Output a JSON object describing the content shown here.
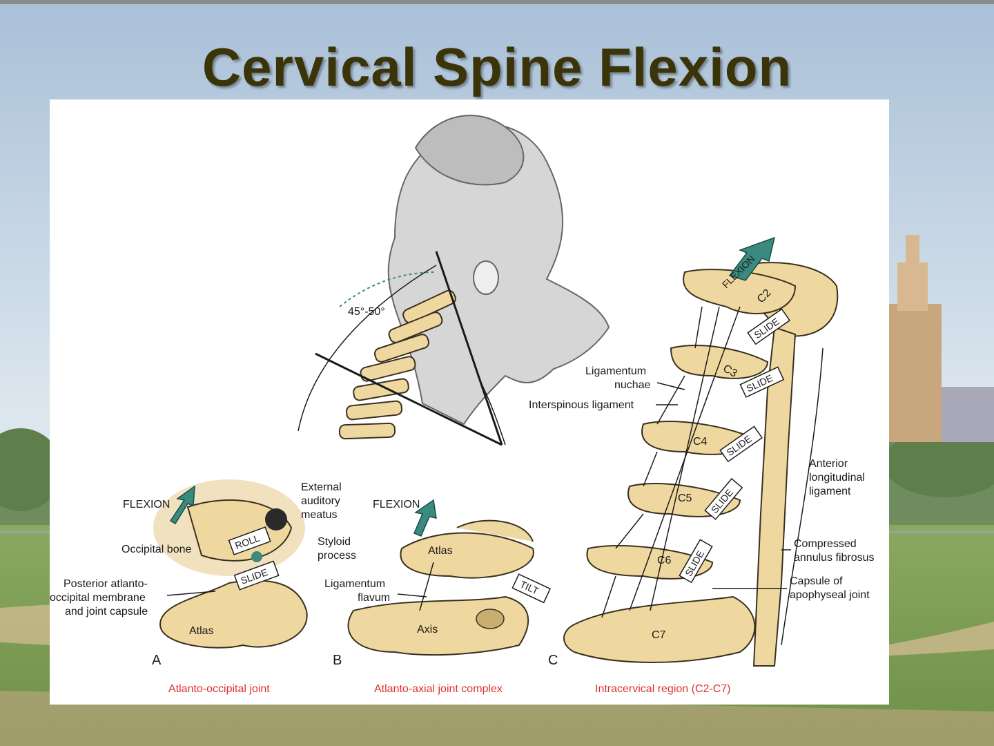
{
  "slide": {
    "title": "Cervical Spine Flexion",
    "colors": {
      "title": "#3a3408",
      "bone": "#efd8a0",
      "arrow": "#3a8a80",
      "caption": "#e03030",
      "sky": "#c8d8e8",
      "grass": "#7a9a50"
    }
  },
  "top_figure": {
    "angle_label": "45°-50°"
  },
  "panel_a": {
    "letter": "A",
    "caption": "Atlanto-occipital joint",
    "flexion_label": "FLEXION",
    "roll_label": "ROLL",
    "slide_label": "SLIDE",
    "occipital_bone": "Occipital bone",
    "external_meatus": [
      "External",
      "auditory",
      "meatus"
    ],
    "styloid": [
      "Styloid",
      "process"
    ],
    "posterior_membrane": [
      "Posterior atlanto-",
      "occipital membrane",
      "and joint capsule"
    ],
    "atlas": "Atlas"
  },
  "panel_b": {
    "letter": "B",
    "caption": "Atlanto-axial joint complex",
    "flexion_label": "FLEXION",
    "tilt_label": "TILT",
    "atlas": "Atlas",
    "axis": "Axis",
    "ligamentum_flavum": [
      "Ligamentum",
      "flavum"
    ]
  },
  "panel_c": {
    "letter": "C",
    "caption": "Intracervical region (C2-C7)",
    "flexion_label": "FLEXION",
    "slide_label": "SLIDE",
    "vertebrae": [
      "C2",
      "C3",
      "C4",
      "C5",
      "C6",
      "C7"
    ],
    "ligamentum_nuchae": [
      "Ligamentum",
      "nuchae"
    ],
    "interspinous": "Interspinous ligament",
    "anterior_longitudinal": [
      "Anterior",
      "longitudinal",
      "ligament"
    ],
    "compressed_annulus": [
      "Compressed",
      "annulus fibrosus"
    ],
    "capsule": [
      "Capsule of",
      "apophyseal joint"
    ]
  }
}
